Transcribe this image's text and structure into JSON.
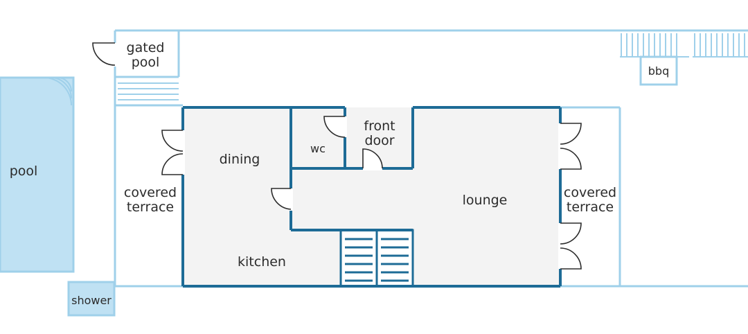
{
  "labels": {
    "pool": "pool",
    "gated_pool_line1": "gated",
    "gated_pool_line2": "pool",
    "bbq": "bbq",
    "dining": "dining",
    "wc": "wc",
    "front_door_line1": "front",
    "front_door_line2": "door",
    "lounge": "lounge",
    "covered_terrace_left_line1": "covered",
    "covered_terrace_left_line2": "terrace",
    "covered_terrace_right_line1": "covered",
    "covered_terrace_right_line2": "terrace",
    "kitchen": "kitchen",
    "shower": "shower"
  },
  "colors": {
    "interior_wall": "#1d6b96",
    "exterior_line": "#9fd0ea",
    "pool_fill": "#bfe1f3",
    "floor_fill": "#f3f3f3",
    "text": "#2b2b2b"
  }
}
